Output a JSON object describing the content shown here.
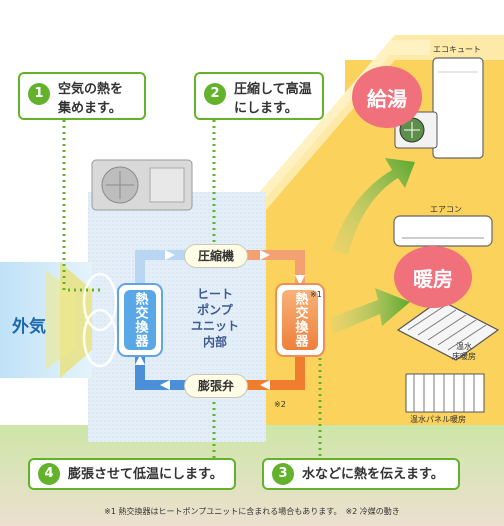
{
  "steps": [
    {
      "num": "1",
      "text": "空気の熱を\n集めます。"
    },
    {
      "num": "2",
      "text": "圧縮して高温\nにします。"
    },
    {
      "num": "3",
      "text": "水などに熱を伝えます。"
    },
    {
      "num": "4",
      "text": "膨張させて低温にします。"
    }
  ],
  "outside_air": "外気",
  "heat_pump_unit": "ヒート\nポンプ\nユニット\n内部",
  "compressor": "圧縮機",
  "expansion_valve": "膨張弁",
  "left_exchanger": "熱交換器",
  "right_exchanger": "熱交換器",
  "note_marks": {
    "star1": "※1",
    "star2": "※2"
  },
  "outputs": {
    "hot_water": "給湯",
    "heating": "暖房",
    "ecocute": "エコキュート",
    "aircon": "エアコン",
    "floor_heating": "温水\n床暖房",
    "panel_heating": "温水パネル暖房"
  },
  "footnote": "※1 熱交換器はヒートポンプユニットに含まれる場合もあります。　※2 冷媒の動き",
  "colors": {
    "green": "#62b22c",
    "house": "#fbd25c",
    "pink": "#f0707c",
    "hot_pipe": "#f07c30",
    "cold_pipe": "#4a8fd8"
  }
}
